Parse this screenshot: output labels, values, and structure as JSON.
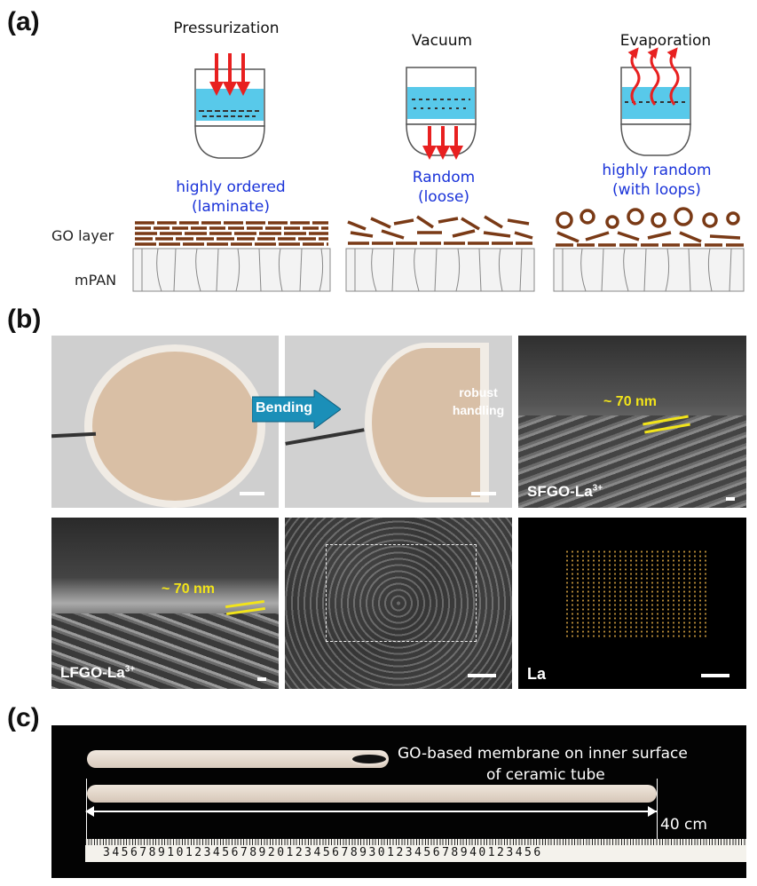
{
  "panel_a": {
    "label": "(a)",
    "processes": [
      "Pressurization",
      "Vacuum",
      "Evaporation"
    ],
    "structures": [
      {
        "line1": "highly ordered",
        "line2": "(laminate)"
      },
      {
        "line1": "Random",
        "line2": "(loose)"
      },
      {
        "line1": "highly random",
        "line2": "(with loops)"
      }
    ],
    "layer_labels": {
      "go": "GO layer",
      "support": "mPAN"
    }
  },
  "panel_b": {
    "label": "(b)",
    "bending_label": "Bending",
    "robust_line1": "robust",
    "robust_line2": "handling",
    "thickness_top": "~ 70 nm",
    "thickness_bottom": "~ 70 nm",
    "sfgo_label": "SFGO-La",
    "lfgo_label": "LFGO-La",
    "ion_charge": "3+",
    "map_label": "La",
    "colors": {
      "arrow": "#1b8fb8",
      "marker": "#f2e41a",
      "la_dots": "#d9a441"
    }
  },
  "panel_c": {
    "label": "(c)",
    "caption_line1": "GO-based membrane on inner surface",
    "caption_line2": "of ceramic tube",
    "length_label": "40 cm",
    "ruler_digits": "345678910123456789201234567893012345678940123456"
  }
}
